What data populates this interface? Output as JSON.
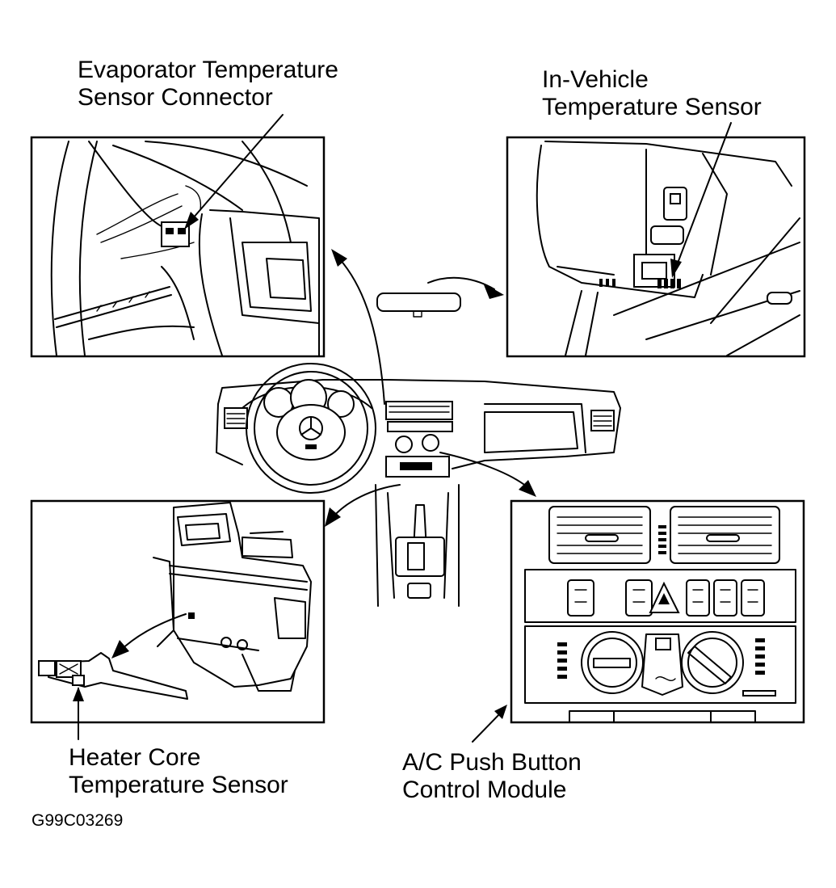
{
  "labels": {
    "evaporator_line1": "Evaporator Temperature",
    "evaporator_line2": "Sensor Connector",
    "invehicle_line1": "In-Vehicle",
    "invehicle_line2": "Temperature Sensor",
    "heater_line1": "Heater Core",
    "heater_line2": "Temperature Sensor",
    "ac_line1": "A/C Push Button",
    "ac_line2": "Control Module"
  },
  "figure_code": "G99C03269"
}
